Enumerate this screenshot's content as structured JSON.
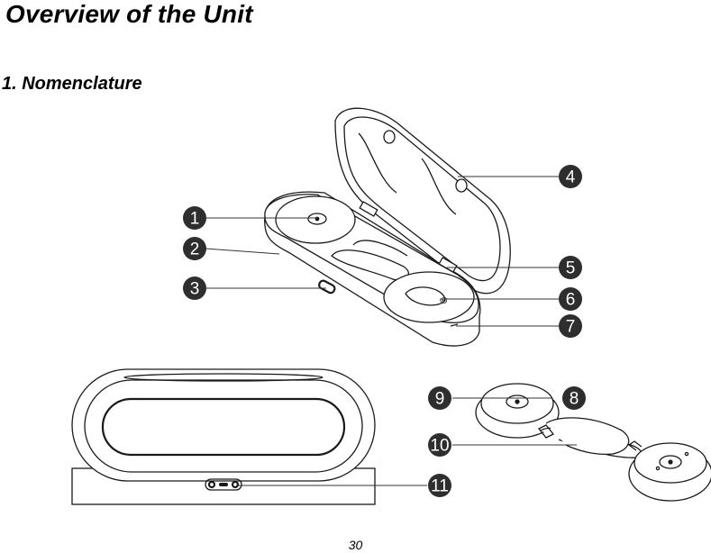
{
  "page": {
    "title": "Overview of the Unit",
    "subtitle": "1. Nomenclature",
    "page_number": "30"
  },
  "callouts": [
    "1",
    "2",
    "3",
    "4",
    "5",
    "6",
    "7",
    "8",
    "9",
    "10",
    "11"
  ]
}
